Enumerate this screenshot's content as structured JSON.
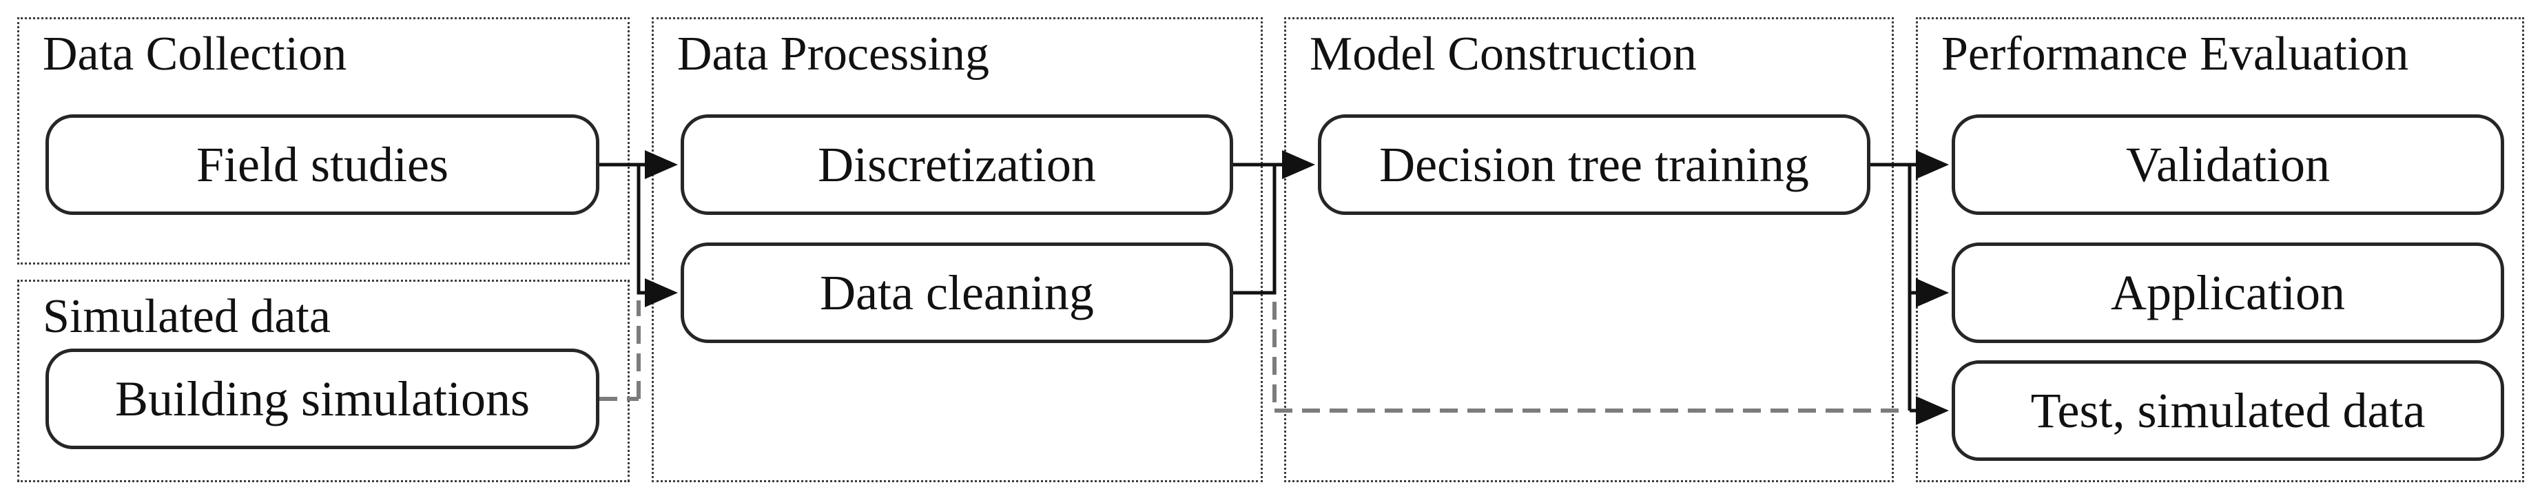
{
  "figure": {
    "type": "flowchart",
    "background": "#ffffff",
    "colors": {
      "solid_line": "#111111",
      "dashed_line": "#7c7c7c",
      "node_border": "#262626",
      "section_border": "#3c3c3c",
      "text": "#111111"
    },
    "sections": [
      {
        "id": "data-collection",
        "title": "Data Collection",
        "nodes": [
          {
            "id": "field-studies",
            "label": "Field studies"
          }
        ]
      },
      {
        "id": "simulated-data",
        "title": "Simulated data",
        "nodes": [
          {
            "id": "building-simulations",
            "label": "Building simulations"
          }
        ]
      },
      {
        "id": "data-processing",
        "title": "Data Processing",
        "nodes": [
          {
            "id": "discretization",
            "label": "Discretization"
          },
          {
            "id": "data-cleaning",
            "label": "Data cleaning"
          }
        ]
      },
      {
        "id": "model-construction",
        "title": "Model Construction",
        "nodes": [
          {
            "id": "decision-tree-training",
            "label": "Decision tree training"
          }
        ]
      },
      {
        "id": "performance-evaluation",
        "title": "Performance Evaluation",
        "nodes": [
          {
            "id": "validation",
            "label": "Validation"
          },
          {
            "id": "application",
            "label": "Application"
          },
          {
            "id": "test-simulated-data",
            "label": "Test, simulated data"
          }
        ]
      }
    ],
    "connections": [
      {
        "from": "field-studies",
        "to": "discretization",
        "style": "solid"
      },
      {
        "from": "field-studies",
        "to": "data-cleaning",
        "style": "solid"
      },
      {
        "from": "building-simulations",
        "to": "data-cleaning",
        "style": "dashed"
      },
      {
        "from": "discretization",
        "to": "decision-tree-training",
        "style": "solid"
      },
      {
        "from": "data-cleaning",
        "to": "decision-tree-training",
        "style": "solid"
      },
      {
        "from": "data-cleaning",
        "to": "test-simulated-data",
        "style": "dashed"
      },
      {
        "from": "decision-tree-training",
        "to": "validation",
        "style": "solid"
      },
      {
        "from": "decision-tree-training",
        "to": "application",
        "style": "solid"
      },
      {
        "from": "decision-tree-training",
        "to": "test-simulated-data",
        "style": "solid"
      }
    ]
  }
}
